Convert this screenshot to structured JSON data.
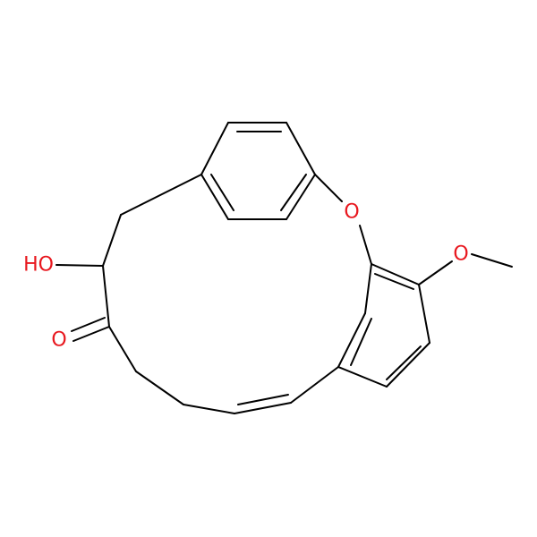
{
  "molecule": {
    "atom_labels": {
      "hydroxyl": "HO",
      "carbonyl_oxygen": "O",
      "ether_oxygen": "O",
      "methoxy_oxygen": "O"
    }
  },
  "colors": {
    "bond": "#000000",
    "oxygen": "#e8171e"
  }
}
